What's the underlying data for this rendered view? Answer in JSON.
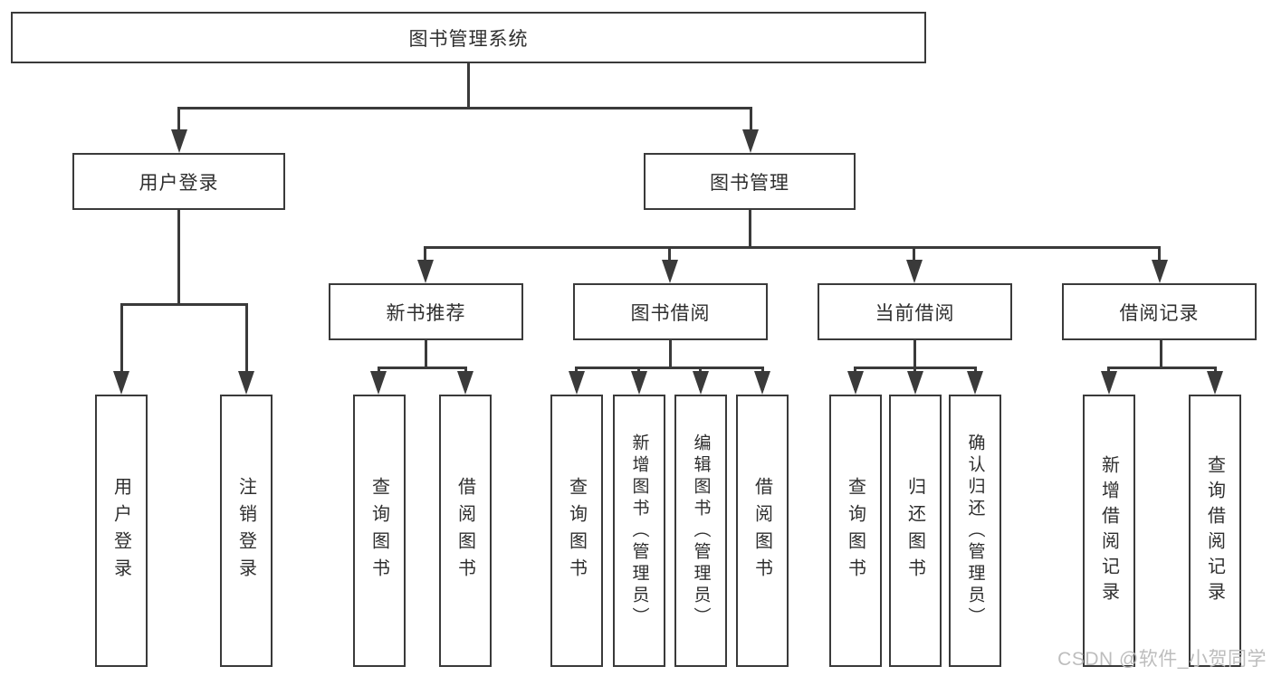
{
  "colors": {
    "line": "#3a3a3a",
    "text": "#2f2f2f",
    "watermark": "#bdbdbd",
    "background": "#ffffff"
  },
  "watermark": "CSDN @软件_小贺同学",
  "tree": {
    "label": "图书管理系统",
    "children": [
      {
        "label": "用户登录",
        "children": [
          {
            "label": "用户登录"
          },
          {
            "label": "注销登录"
          }
        ]
      },
      {
        "label": "图书管理",
        "children": [
          {
            "label": "新书推荐",
            "children": [
              {
                "label": "查询图书"
              },
              {
                "label": "借阅图书"
              }
            ]
          },
          {
            "label": "图书借阅",
            "children": [
              {
                "label": "查询图书"
              },
              {
                "label": "新增图书（管理员）"
              },
              {
                "label": "编辑图书（管理员）"
              },
              {
                "label": "借阅图书"
              }
            ]
          },
          {
            "label": "当前借阅",
            "children": [
              {
                "label": "查询图书"
              },
              {
                "label": "归还图书"
              },
              {
                "label": "确认归还（管理员）"
              }
            ]
          },
          {
            "label": "借阅记录",
            "children": [
              {
                "label": "新增借阅记录"
              },
              {
                "label": "查询借阅记录"
              }
            ]
          }
        ]
      }
    ]
  }
}
